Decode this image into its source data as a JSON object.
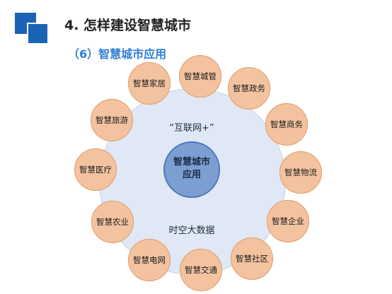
{
  "slide": {
    "title": "4. 怎样建设智慧城市",
    "subtitle": "（6）智慧城市应用"
  },
  "diagram": {
    "center_line1": "智慧城市",
    "center_line2": "应用",
    "ring_top": "“互联网+”",
    "ring_bottom": "时空大数据",
    "nodes": [
      "智慧城管",
      "智慧政务",
      "智慧商务",
      "智慧物流",
      "智慧企业",
      "智慧社区",
      "智慧交通",
      "智慧电网",
      "智慧农业",
      "智慧医疗",
      "智慧旅游",
      "智慧家居"
    ]
  },
  "colors": {
    "node_fill": "#f3c3a0",
    "node_border": "#e19a67",
    "ring_fill": "#dfe8f4",
    "core_fill": "#7c9fd2",
    "title_accent": "#1b64b5",
    "subtitle": "#2f7fd6"
  }
}
